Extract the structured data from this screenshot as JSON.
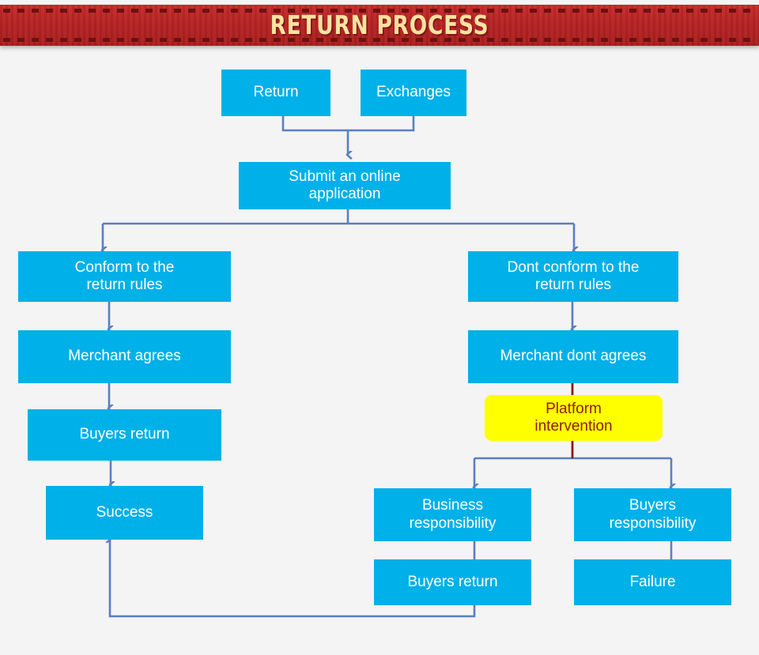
{
  "banner": {
    "title": "RETURN PROCESS",
    "background_color": "#b52222",
    "title_color": "#fbe3a2",
    "stitch_color": "#6e1010"
  },
  "canvas": {
    "background_color": "#f4f4f4",
    "node_color": "#00b0e8",
    "node_text_color": "#ffffff",
    "highlight_color": "#ffff00",
    "highlight_text_color": "#8b1a10",
    "connector_color": "#5b7fc0",
    "highlight_connector_color": "#8b1a10"
  },
  "nodes": [
    {
      "id": "return",
      "label": "Return",
      "type": "process"
    },
    {
      "id": "exchanges",
      "label": "Exchanges",
      "type": "process"
    },
    {
      "id": "submit",
      "label": "Submit an online\napplication",
      "type": "process"
    },
    {
      "id": "conform",
      "label": "Conform to the\nreturn rules",
      "type": "process"
    },
    {
      "id": "merchant-agrees",
      "label": "Merchant agrees",
      "type": "process"
    },
    {
      "id": "buyers-return-left",
      "label": "Buyers return",
      "type": "process"
    },
    {
      "id": "success",
      "label": "Success",
      "type": "process"
    },
    {
      "id": "dont-conform",
      "label": "Dont conform to the\nreturn rules",
      "type": "process"
    },
    {
      "id": "merchant-dont-agrees",
      "label": "Merchant dont agrees",
      "type": "process"
    },
    {
      "id": "platform",
      "label": "Platform\nintervention",
      "type": "highlight"
    },
    {
      "id": "business-resp",
      "label": "Business\nresponsibility",
      "type": "process"
    },
    {
      "id": "buyers-resp",
      "label": "Buyers\nresponsibility",
      "type": "process"
    },
    {
      "id": "buyers-return-bottom",
      "label": "Buyers return",
      "type": "process"
    },
    {
      "id": "failure",
      "label": "Failure",
      "type": "process"
    }
  ],
  "edges": [
    {
      "from": "return",
      "to": "submit",
      "style": "merge"
    },
    {
      "from": "exchanges",
      "to": "submit",
      "style": "merge"
    },
    {
      "from": "submit",
      "to": "conform",
      "style": "split"
    },
    {
      "from": "submit",
      "to": "dont-conform",
      "style": "split"
    },
    {
      "from": "conform",
      "to": "merchant-agrees",
      "style": "direct"
    },
    {
      "from": "merchant-agrees",
      "to": "buyers-return-left",
      "style": "direct"
    },
    {
      "from": "buyers-return-left",
      "to": "success",
      "style": "direct"
    },
    {
      "from": "dont-conform",
      "to": "merchant-dont-agrees",
      "style": "direct"
    },
    {
      "from": "merchant-dont-agrees",
      "to": "platform",
      "style": "highlight"
    },
    {
      "from": "platform",
      "to": "business-resp",
      "style": "split"
    },
    {
      "from": "platform",
      "to": "buyers-resp",
      "style": "split"
    },
    {
      "from": "business-resp",
      "to": "buyers-return-bottom",
      "style": "plain"
    },
    {
      "from": "buyers-resp",
      "to": "failure",
      "style": "plain"
    },
    {
      "from": "buyers-return-bottom",
      "to": "success",
      "style": "feedback"
    }
  ]
}
